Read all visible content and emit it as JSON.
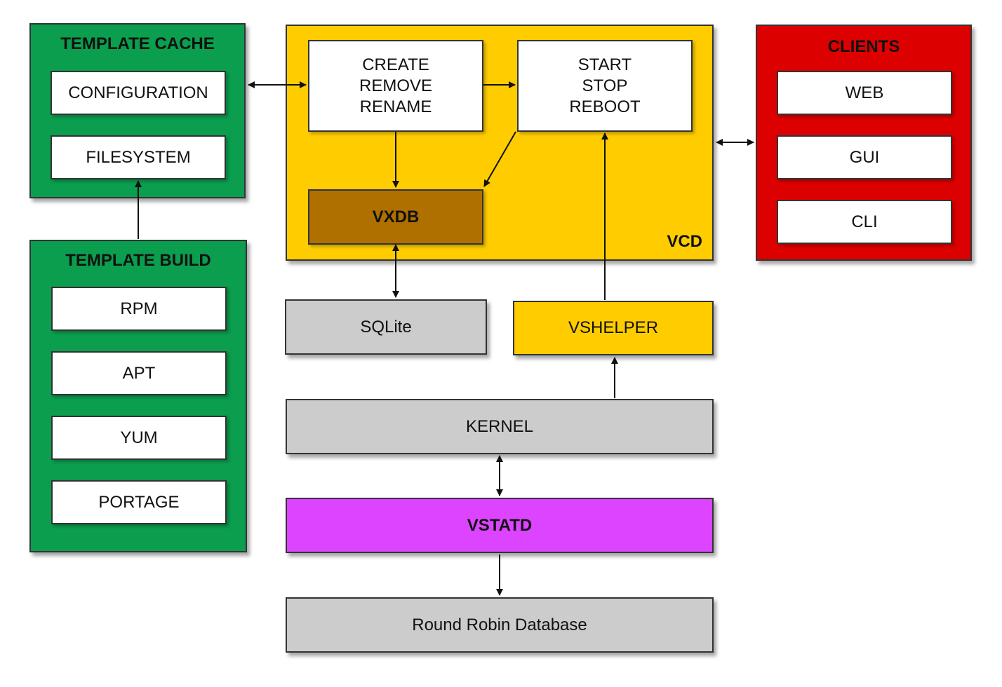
{
  "colors": {
    "green": "#0a9e4e",
    "yellow": "#ffcc00",
    "red": "#dd0000",
    "brown": "#b07000",
    "gray": "#cccccc",
    "magenta": "#dd44ff"
  },
  "template_cache": {
    "title": "TEMPLATE CACHE",
    "items": [
      "CONFIGURATION",
      "FILESYSTEM"
    ]
  },
  "template_build": {
    "title": "TEMPLATE BUILD",
    "items": [
      "RPM",
      "APT",
      "YUM",
      "PORTAGE"
    ]
  },
  "vcd": {
    "label": "VCD",
    "ops_left": [
      "CREATE",
      "REMOVE",
      "RENAME"
    ],
    "ops_right": [
      "START",
      "STOP",
      "REBOOT"
    ],
    "vxdb": "VXDB"
  },
  "clients": {
    "title": "CLIENTS",
    "items": [
      "WEB",
      "GUI",
      "CLI"
    ]
  },
  "sqlite": "SQLite",
  "vshelper": "VSHELPER",
  "kernel": "KERNEL",
  "vstatd": "VSTATD",
  "rrd": "Round Robin Database"
}
